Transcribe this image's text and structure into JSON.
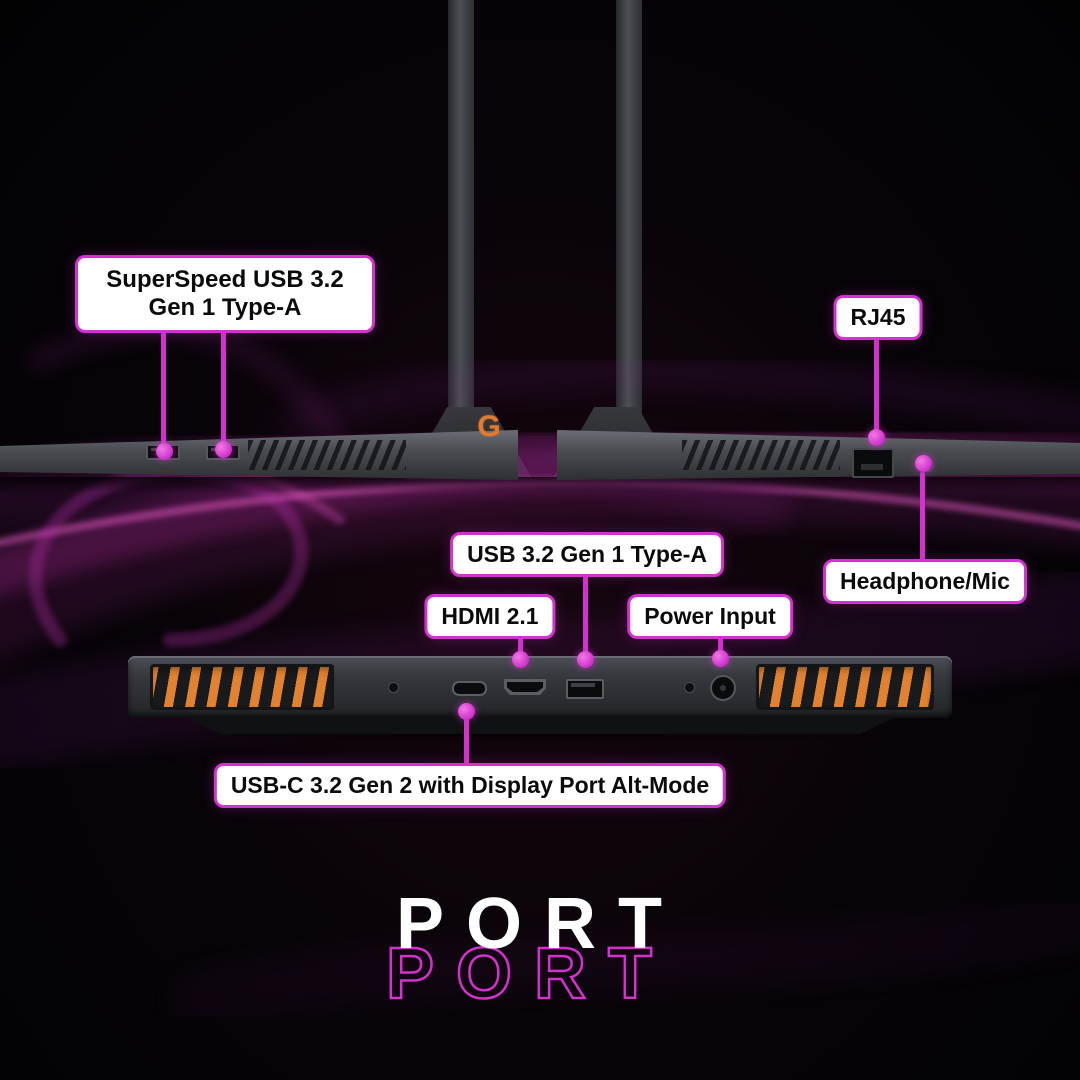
{
  "colors": {
    "accent": "#d431cf",
    "orange": "#e07b30",
    "background": "#060408"
  },
  "laptop": {
    "logo": "G",
    "parts": [
      "antenna-left",
      "antenna-right",
      "side-usb-ports",
      "rj45-port",
      "audio-jack",
      "rear-vents",
      "usb-c-port",
      "hdmi-port",
      "usb-a-rear-port",
      "power-port"
    ]
  },
  "callouts": {
    "usb_side": {
      "label": "SuperSpeed USB 3.2 Gen 1 Type-A"
    },
    "rj45": {
      "label": "RJ45"
    },
    "headphone_mic": {
      "label": "Headphone/Mic"
    },
    "usb_rear": {
      "label": "USB 3.2 Gen 1 Type-A"
    },
    "hdmi": {
      "label": "HDMI 2.1"
    },
    "power": {
      "label": "Power Input"
    },
    "usb_c": {
      "label": "USB-C 3.2 Gen 2 with Display Port Alt-Mode"
    }
  },
  "title": {
    "primary": "PORT",
    "echo": "PORT"
  }
}
